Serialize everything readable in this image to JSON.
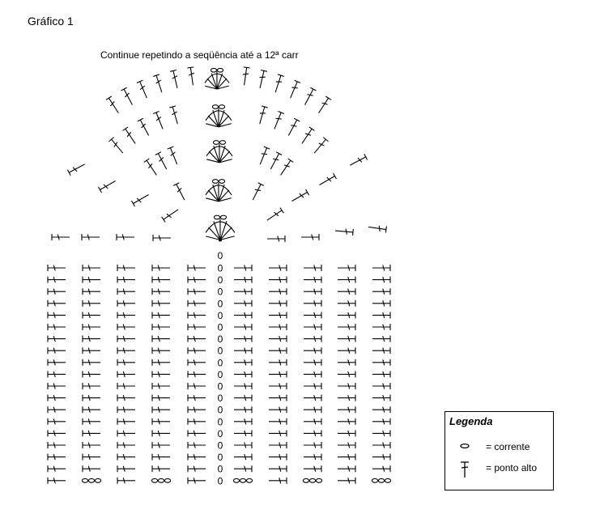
{
  "header": {
    "title": "Gráfico 1"
  },
  "diagram": {
    "instruction": "Continue repetindo a seqüência até a 12ª carr",
    "center_marker": "0",
    "rows": 19,
    "fan_rows": 5,
    "colors": {
      "ink": "#000000",
      "background": "#ffffff"
    }
  },
  "legend": {
    "title": "Legenda",
    "items": [
      {
        "symbol": "chain-stitch-icon",
        "label": "= corrente"
      },
      {
        "symbol": "double-crochet-icon",
        "label": "= ponto alto"
      }
    ]
  }
}
